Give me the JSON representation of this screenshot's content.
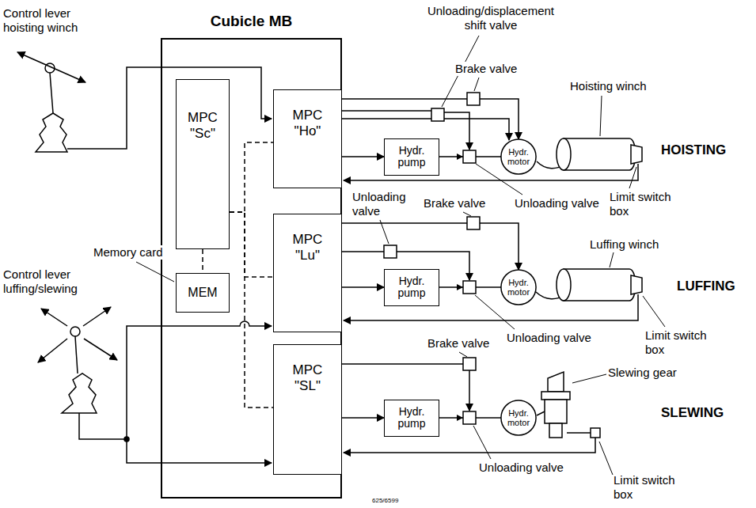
{
  "diagram": {
    "nodes": [
      {
        "text": [
          "Cubicle MB"
        ]
      },
      {
        "text": [
          "MPC \"Ho\""
        ],
        "in": 0
      },
      {
        "text": [
          "MPC \"Sc\""
        ],
        "in": 0
      },
      {
        "text": [
          "MEM"
        ],
        "in": 0
      },
      {
        "text": [
          "MPC \"Lu\""
        ],
        "in": 0
      },
      {
        "text": [
          "MPC \"SL\""
        ],
        "in": 0
      },
      {
        "text": [
          "Hydr. pump"
        ]
      },
      {
        "text": [
          "Hydr. motor"
        ]
      },
      {
        "text": [
          "Hydr. pump"
        ]
      },
      {
        "text": [
          "Hydr. motor"
        ]
      },
      {
        "text": [
          "Hydr. pump"
        ]
      },
      {
        "text": [
          "Hydr. motor"
        ]
      }
    ],
    "edges": [
      {
        "from": 1,
        "to": 6,
        "arrow": "to"
      },
      {
        "from": 6,
        "to": 7,
        "arrow": "none"
      },
      {
        "from": 1,
        "to": 7,
        "arrow": "to"
      },
      {
        "from": 4,
        "to": 8,
        "arrow": "to"
      },
      {
        "from": 8,
        "to": 9,
        "arrow": "none"
      },
      {
        "from": 4,
        "to": 9,
        "arrow": "to"
      },
      {
        "from": 5,
        "to": 10,
        "arrow": "to"
      },
      {
        "from": 10,
        "to": 11,
        "arrow": "none"
      },
      {
        "from": 2,
        "to": 3,
        "arrow": "none"
      },
      {
        "from": 2,
        "to": 1,
        "arrow": "none"
      },
      {
        "from": 2,
        "to": 4,
        "arrow": "none"
      },
      {
        "from": 2,
        "to": 5,
        "arrow": "none"
      }
    ],
    "labels": [
      "Control lever hoisting winch",
      "Unloading/displacement shift valve",
      "Brake valve",
      "Hoisting winch",
      "HOISTING",
      "Unloading valve",
      "Brake valve",
      "Unloading valve",
      "Limit switch box",
      "Memory card",
      "Control lever luffing/slewing",
      "Luffing winch",
      "LUFFING",
      "Unloading valve",
      "Limit switch box",
      "Brake valve",
      "Slewing gear",
      "SLEWING",
      "Unloading valve",
      "Limit switch box",
      "625/6599"
    ]
  }
}
